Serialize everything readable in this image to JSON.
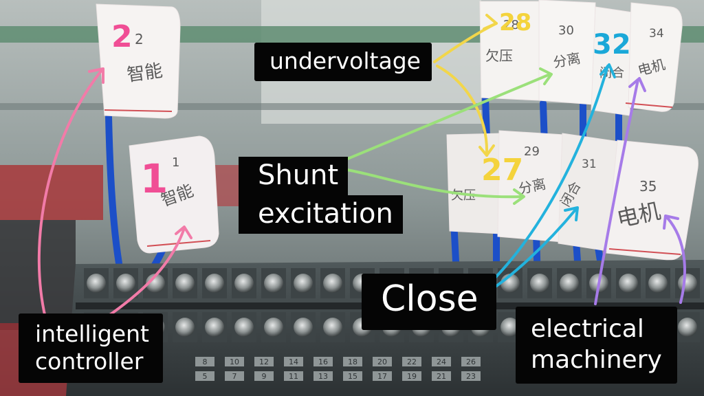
{
  "labels": {
    "undervoltage": "undervoltage",
    "shunt_line1": "Shunt",
    "shunt_line2": "excitation",
    "close": "Close",
    "intelligent_line1": "intelligent",
    "intelligent_line2": "controller",
    "electrical_line1": "electrical",
    "electrical_line2": "machinery"
  },
  "tags": {
    "tag_1": {
      "number": "1",
      "text": "智能",
      "handwritten": "1"
    },
    "tag_2": {
      "number": "2",
      "text": "智能",
      "handwritten": "2"
    },
    "tag_27": {
      "number": "27",
      "text": "欠压",
      "handwritten": "27"
    },
    "tag_28": {
      "number": "28",
      "text": "欠压",
      "handwritten": "28"
    },
    "tag_29": {
      "number": "29",
      "text": "分离"
    },
    "tag_30": {
      "number": "30",
      "text": "分离"
    },
    "tag_31": {
      "number": "31",
      "text": "闭合"
    },
    "tag_32": {
      "number": "32",
      "text": "闭合",
      "handwritten": "32"
    },
    "tag_34": {
      "number": "34",
      "text": "电机"
    },
    "tag_35": {
      "number": "35",
      "text": "电机"
    }
  },
  "terminal_numbers": {
    "top_row": [
      "8",
      "10",
      "12",
      "14",
      "16",
      "18",
      "20",
      "22",
      "24",
      "26"
    ],
    "bottom_row": [
      "5",
      "7",
      "9",
      "11",
      "13",
      "15",
      "17",
      "19",
      "21",
      "23"
    ]
  },
  "colors": {
    "undervoltage_arrow": "#f2d64a",
    "shunt_arrow": "#9be07a",
    "close_arrow": "#23b2dd",
    "intelligent_arrow": "#f27ba8",
    "electrical_arrow": "#a67be8",
    "number_pink": "#f04e95",
    "number_yellow": "#f4d33c",
    "number_cyan": "#1aa8d8"
  },
  "icons": {
    "arrows": "hand-drawn-arrow-icon"
  }
}
